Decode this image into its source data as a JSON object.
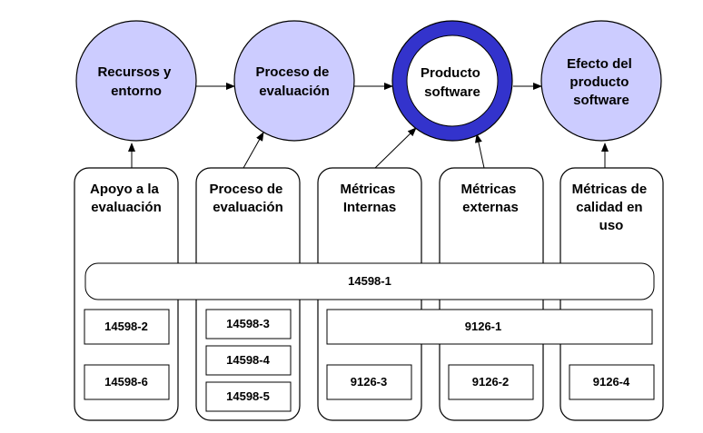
{
  "colors": {
    "circle_fill": "#ccccff",
    "ring_fill": "#3333cc",
    "stroke": "#000000",
    "background": "#ffffff"
  },
  "circles": [
    {
      "id": "recursos",
      "lines": [
        "Recursos y",
        "entorno"
      ]
    },
    {
      "id": "proceso",
      "lines": [
        "Proceso de",
        "evaluación"
      ]
    },
    {
      "id": "producto",
      "lines": [
        "Producto",
        "software"
      ]
    },
    {
      "id": "efecto",
      "lines": [
        "Efecto del",
        "producto",
        "software"
      ]
    }
  ],
  "columns": [
    {
      "id": "apoyo",
      "lines": [
        "Apoyo a la",
        "evaluación"
      ]
    },
    {
      "id": "proceso",
      "lines": [
        "Proceso de",
        "evaluación"
      ]
    },
    {
      "id": "internas",
      "lines": [
        "Métricas",
        "Internas"
      ]
    },
    {
      "id": "externas",
      "lines": [
        "Métricas",
        "externas"
      ]
    },
    {
      "id": "calidad",
      "lines": [
        "Métricas de",
        "calidad en",
        "uso"
      ]
    }
  ],
  "standards": {
    "s14598_1": "14598-1",
    "s14598_2": "14598-2",
    "s14598_6": "14598-6",
    "s14598_3": "14598-3",
    "s14598_4": "14598-4",
    "s14598_5": "14598-5",
    "s9126_1": "9126-1",
    "s9126_3": "9126-3",
    "s9126_2": "9126-2",
    "s9126_4": "9126-4"
  }
}
